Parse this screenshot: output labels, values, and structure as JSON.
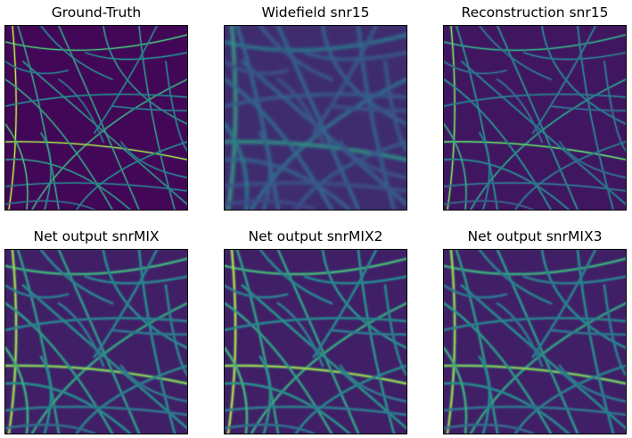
{
  "panels": [
    {
      "title": "Ground-Truth"
    },
    {
      "title": "Widefield snr15"
    },
    {
      "title": "Reconstruction snr15"
    },
    {
      "title": "Net output snrMIX"
    },
    {
      "title": "Net output snrMIX2"
    },
    {
      "title": "Net output snrMIX3"
    }
  ],
  "colors": {
    "colormap": "viridis",
    "background_dark": "#440154",
    "filament_mid": "#21918c",
    "filament_bright": "#fde725"
  }
}
